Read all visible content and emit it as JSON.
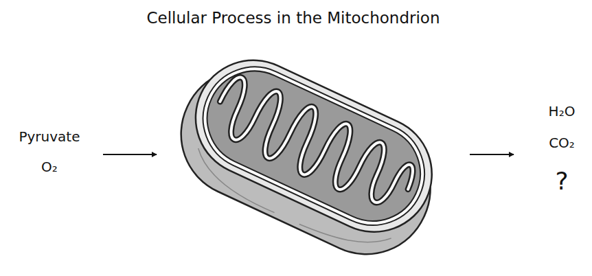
{
  "diagram": {
    "title": "Cellular Process in the Mitochondrion",
    "labels": [
      "Pyruvate",
      "O₂",
      "H₂O",
      "CO₂",
      "?"
    ]
  }
}
